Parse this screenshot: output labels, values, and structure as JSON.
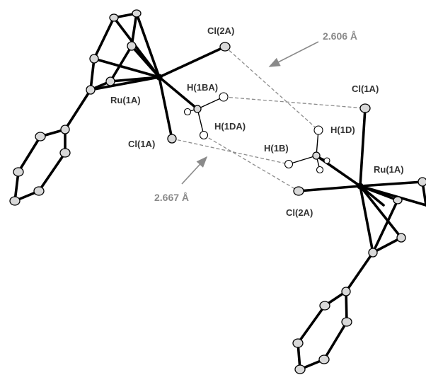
{
  "diagram": {
    "labels": {
      "cl2a_top": "Cl(2A)",
      "dist_top": "2.606 Å",
      "ru1a_left": "Ru(1A)",
      "h1ba": "H(1BA)",
      "cl1a_right": "Cl(1A)",
      "h1da": "H(1DA)",
      "h1d": "H(1D)",
      "cl1a_left": "Cl(1A)",
      "h1b": "H(1B)",
      "ru1a_right": "Ru(1A)",
      "dist_bottom": "2.667 Å",
      "cl2a_bottom": "Cl(2A)"
    },
    "colors": {
      "bond": "#000000",
      "hbond": "#8c8c8c",
      "label": "#333333",
      "distance_label": "#8a8a8a",
      "arrow": "#8a8a8a"
    }
  }
}
